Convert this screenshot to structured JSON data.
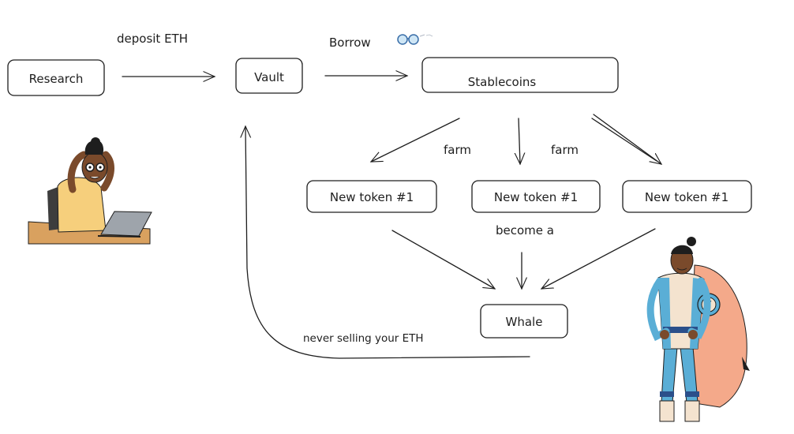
{
  "diagram": {
    "nodes": {
      "research": "Research",
      "vault": "Vault",
      "stablecoins": "Stablecoins",
      "token_a": "New token #1",
      "token_b": "New token #1",
      "token_c": "New token #1",
      "whale": "Whale"
    },
    "edge_labels": {
      "deposit": "deposit ETH",
      "borrow": "Borrow",
      "farm_left": "farm",
      "farm_right": "farm",
      "become": "become a",
      "loop": "never selling your ETH"
    },
    "illustrations": {
      "stressed_person": "stressed-person-at-laptop",
      "superhero": "superhero-with-cape",
      "glasses": "sunglasses-icon"
    },
    "colors": {
      "stroke": "#1e1e1e",
      "skin": "#7a4a2b",
      "shirt": "#f6cf7c",
      "desk": "#d9a15f",
      "suit_blue": "#5aaed6",
      "suit_light": "#f4e3cf",
      "cape": "#f4a98a"
    }
  }
}
